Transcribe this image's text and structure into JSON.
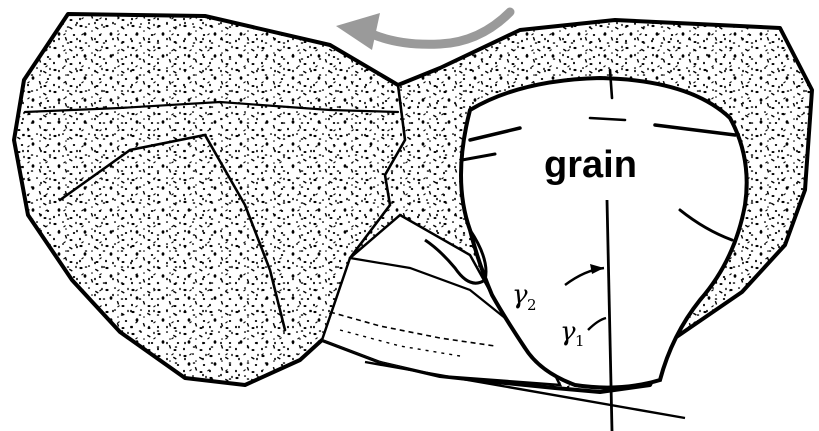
{
  "diagram": {
    "label_grain": "grain",
    "label_gamma_1": "γ",
    "label_gamma_1_sub": "1",
    "label_gamma_2": "γ",
    "label_gamma_2_sub": "2",
    "rotation_arrow_icon": "curved-arrow-left-icon",
    "colors": {
      "ink": "#000000",
      "arrow": "#9a9a9a",
      "background": "#ffffff",
      "rock_fill": "#ffffff"
    }
  }
}
